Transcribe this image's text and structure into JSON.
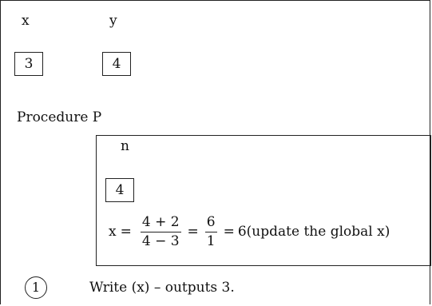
{
  "globals": {
    "x_name": "x",
    "y_name": "y",
    "x_value": "3",
    "y_value": "4"
  },
  "procedure": {
    "title": "Procedure P",
    "param_name": "n",
    "param_value": "4",
    "equation": {
      "lhs": "x",
      "eq1": "=",
      "frac1_num": "4 + 2",
      "frac1_den": "4 − 3",
      "eq2": "=",
      "frac2_num": "6",
      "frac2_den": "1",
      "eq3": "=",
      "result": "6(update the global x)"
    }
  },
  "steps": [
    {
      "number": "1",
      "text": "Write (x) – outputs 3."
    }
  ]
}
